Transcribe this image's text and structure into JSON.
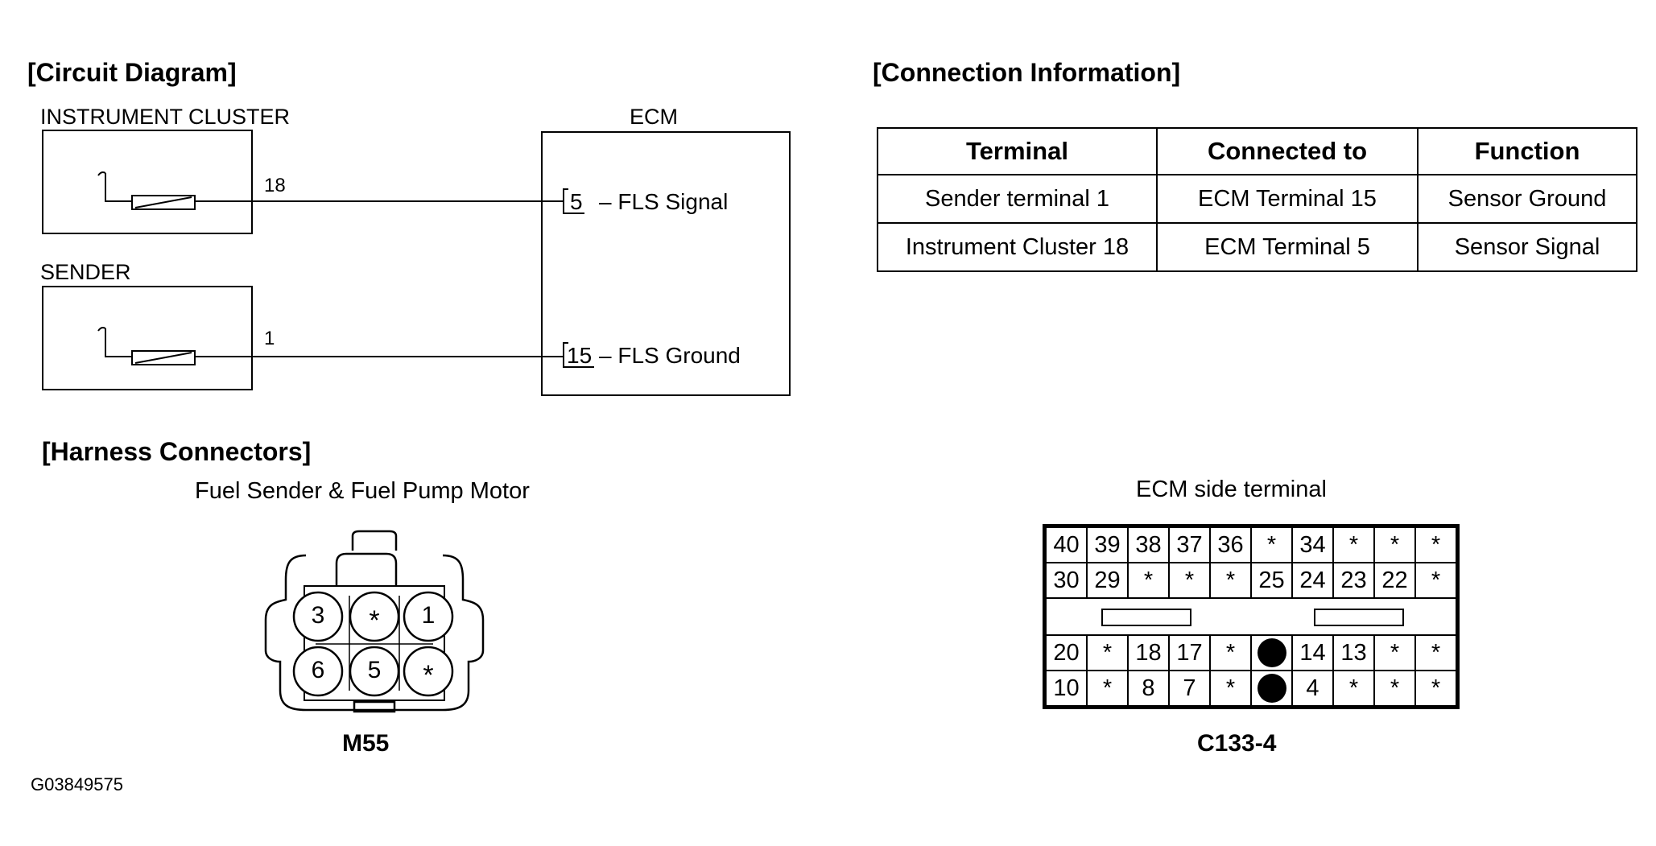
{
  "circuit": {
    "title": "[Circuit Diagram]",
    "instrument_cluster": "INSTRUMENT CLUSTER",
    "sender": "SENDER",
    "ecm": "ECM",
    "pin_cluster": "18",
    "pin_sender": "1",
    "ecm_pin_signal": "5",
    "ecm_label_signal": "– FLS Signal",
    "ecm_pin_ground": "15",
    "ecm_label_ground": "– FLS Ground"
  },
  "connection": {
    "title": "[Connection Information]",
    "headers": [
      "Terminal",
      "Connected to",
      "Function"
    ],
    "rows": [
      [
        "Sender terminal 1",
        "ECM Terminal 15",
        "Sensor Ground"
      ],
      [
        "Instrument Cluster 18",
        "ECM Terminal 5",
        "Sensor Signal"
      ]
    ]
  },
  "harness": {
    "title": "[Harness Connectors]",
    "left_caption": "Fuel Sender & Fuel Pump Motor",
    "left_pins": [
      "3",
      "*",
      "1",
      "6",
      "5",
      "*"
    ],
    "left_name": "M55",
    "right_caption": "ECM side terminal",
    "right_name": "C133-4",
    "ecm_rows": [
      [
        "40",
        "39",
        "38",
        "37",
        "36",
        "*",
        "34",
        "*",
        "*",
        "*"
      ],
      [
        "30",
        "29",
        "*",
        "*",
        "*",
        "25",
        "24",
        "23",
        "22",
        "*"
      ],
      [
        "20",
        "*",
        "18",
        "17",
        "*",
        "●",
        "14",
        "13",
        "*",
        "*"
      ],
      [
        "10",
        "*",
        "8",
        "7",
        "*",
        "●",
        "4",
        "*",
        "*",
        "*"
      ]
    ]
  },
  "figure_id": "G03849575"
}
